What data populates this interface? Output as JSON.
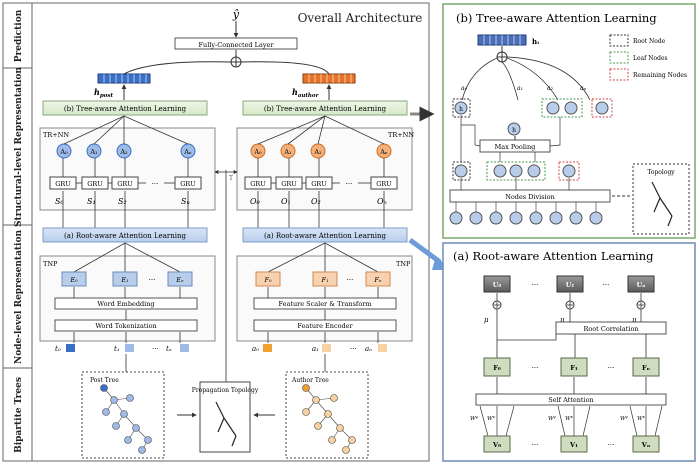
{
  "main": {
    "title": "Overall Architecture",
    "rows": [
      "Prediction",
      "Structural-level Representation",
      "Node-level Representation",
      "Bipartite Trees"
    ],
    "y_hat": "ŷ",
    "fc_layer": "Fully-Connected Layer",
    "h_post": "h",
    "h_post_sub": "post",
    "h_author": "h",
    "h_author_sub": "author",
    "tree_att_left": "(b) Tree-aware Attention Learning",
    "tree_att_right": "(b) Tree-aware Attention Learning",
    "tr_nn": "TR+NN",
    "gru": "GRU",
    "dots": "···",
    "alpha_nodes": [
      "A₀",
      "A₁",
      "A₂",
      "Aₙ"
    ],
    "s_labels": [
      "S₀",
      "S₁",
      "S₂",
      "Sₙ"
    ],
    "o_labels": [
      "O₀",
      "O₁",
      "O₂",
      "Oₙ"
    ],
    "root_att_left": "(a) Root-aware Attention Learning",
    "root_att_right": "(a) Root-aware Attention Learning",
    "tnp": "TNP",
    "e_labels": [
      "E₀",
      "E₁",
      "Eₙ"
    ],
    "f_labels": [
      "F₀",
      "F₁",
      "Fₙ"
    ],
    "word_embedding": "Word Embedding",
    "word_tokenization": "Word Tokenization",
    "feature_scaler": "Feature Scaler & Transform",
    "feature_encoder": "Feature Encoder",
    "t_labels": [
      "t₀",
      "t₁",
      "tₙ"
    ],
    "a_labels": [
      "a₀",
      "a₁",
      "aₙ"
    ],
    "post_tree": "Post Tree",
    "propagation_topology": "Propagation Topology",
    "author_tree": "Author Tree"
  },
  "panel_b": {
    "title": "(b) Tree-aware Attention Learning",
    "h_label": "hₜ",
    "legend": [
      "Root Node",
      "Leaf Nodes",
      "Remaining Nodes"
    ],
    "legend_colors": [
      "#333333",
      "#4a9a4a",
      "#d04848"
    ],
    "alpha_labels": [
      "a₀",
      "a₁",
      "a₂",
      "aₙ"
    ],
    "max_pooling": "Max Pooling",
    "nodes_division": "Nodes Division",
    "topology": "Topology"
  },
  "panel_a": {
    "title": "(a) Root-aware Attention Learning",
    "u_labels": [
      "U₀",
      "U₁",
      "Uₙ"
    ],
    "root_correlation": "Root Correlation",
    "f_labels": [
      "F₀",
      "F₁",
      "Fₙ"
    ],
    "self_attention": "Self Attention",
    "v_labels": [
      "V₀",
      "V₁",
      "Vₙ"
    ],
    "mu": "μ",
    "w_q": "Wᵠ",
    "w_k": "Wᴷ",
    "dots": "···"
  }
}
